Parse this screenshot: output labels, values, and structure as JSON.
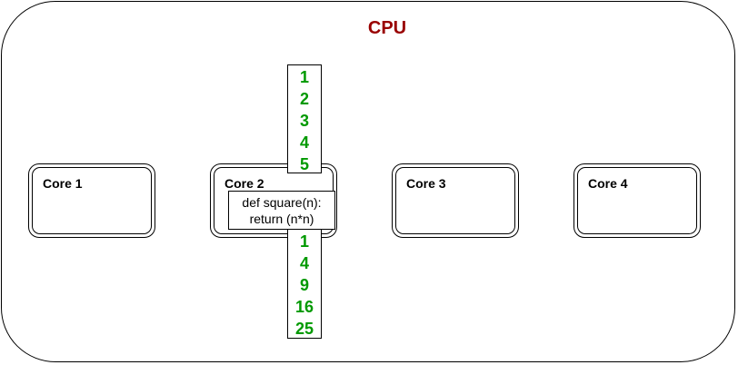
{
  "cpu": {
    "title": "CPU"
  },
  "cores": [
    {
      "label": "Core 1"
    },
    {
      "label": "Core 2"
    },
    {
      "label": "Core 3"
    },
    {
      "label": "Core 4"
    }
  ],
  "inputs": [
    "1",
    "2",
    "3",
    "4",
    "5"
  ],
  "outputs": [
    "1",
    "4",
    "9",
    "16",
    "25"
  ],
  "function": {
    "line1": "def square(n):",
    "line2": "return (n*n)"
  },
  "colors": {
    "title": "#990000",
    "numbers": "#009900",
    "stroke": "#000000"
  }
}
